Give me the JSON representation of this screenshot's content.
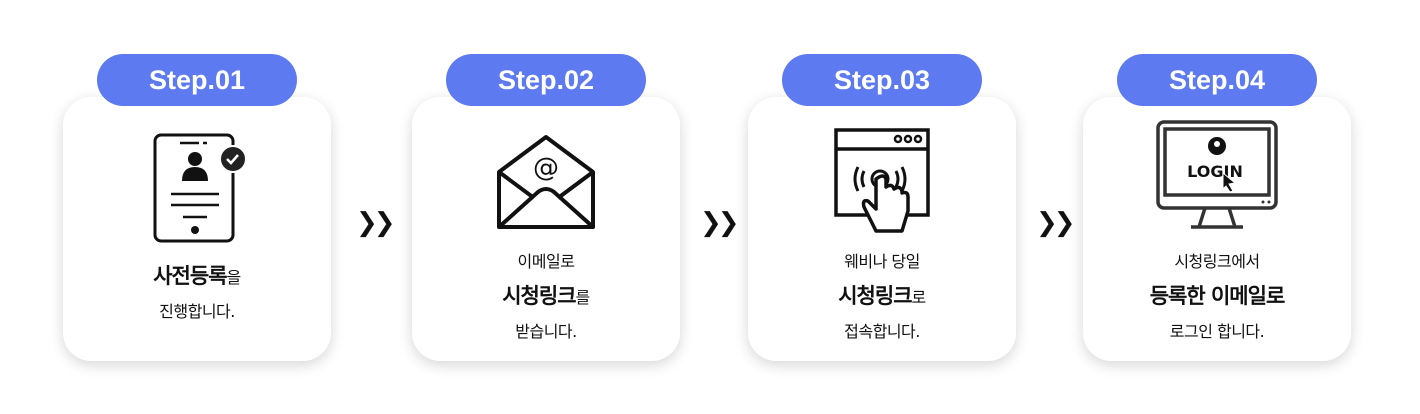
{
  "steps": [
    {
      "label": "Step.01",
      "icon": "tablet-registration-icon",
      "lines": [
        {
          "bold": "사전등록",
          "suffix": "을"
        },
        {
          "text": "진행합니다."
        }
      ]
    },
    {
      "label": "Step.02",
      "icon": "email-envelope-icon",
      "lines": [
        {
          "text": "이메일로"
        },
        {
          "bold": "시청링크",
          "suffix": "를"
        },
        {
          "text": "받습니다."
        }
      ]
    },
    {
      "label": "Step.03",
      "icon": "web-tap-icon",
      "lines": [
        {
          "text": "웨비나 당일"
        },
        {
          "bold": "시청링크",
          "suffix": "로"
        },
        {
          "text": "접속합니다."
        }
      ]
    },
    {
      "label": "Step.04",
      "icon": "monitor-login-icon",
      "lines": [
        {
          "text": "시청링크에서"
        },
        {
          "bold": "등록한 이메일",
          "suffix": "로"
        },
        {
          "text": "로그인 합니다."
        }
      ],
      "icon_text": "LOGIN"
    }
  ],
  "arrow": "❯❯",
  "colors": {
    "accent": "#5d7af0"
  }
}
